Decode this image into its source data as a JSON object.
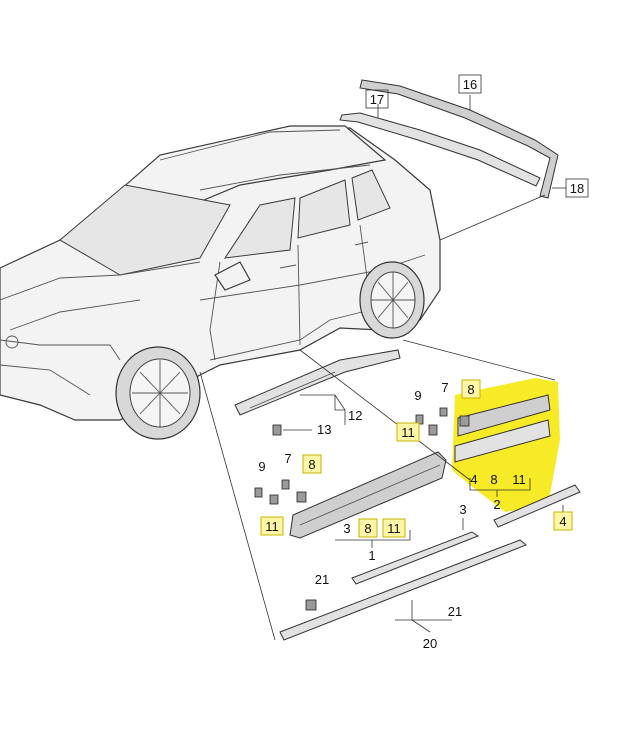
{
  "diagram": {
    "callouts": {
      "c16": "16",
      "c17": "17",
      "c18": "18",
      "c12": "12",
      "c13": "13",
      "c9a": "9",
      "c7a": "7",
      "c8a": "8",
      "c11a": "11",
      "c9b": "9",
      "c7b": "7",
      "c8b": "8",
      "c11b": "11",
      "c3a": "3",
      "c8c": "8",
      "c11c": "11",
      "c1": "1",
      "c3b": "3",
      "c4a": "4",
      "c8d": "8",
      "c11d": "11",
      "c2": "2",
      "c4b": "4",
      "c21a": "21",
      "c21b": "21",
      "c20": "20"
    },
    "highlight_color": "#f4e800",
    "callout_highlight_color": "#fff6a8"
  }
}
